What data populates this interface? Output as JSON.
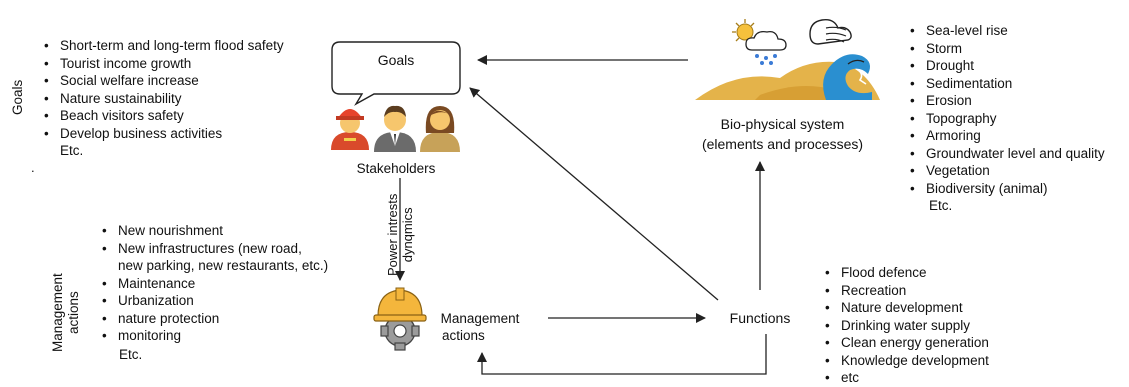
{
  "axis_labels": {
    "goals": "Goals",
    "management_line1": "Management",
    "management_line2": "actions"
  },
  "goals_list": {
    "items": [
      "Short-term and long-term flood safety",
      "Tourist income growth",
      "Social welfare increase",
      "Nature sustainability",
      "Beach visitors safety",
      "Develop business activities"
    ],
    "etc": "Etc."
  },
  "speech_bubble": {
    "label": "Goals"
  },
  "stakeholders": {
    "label": "Stakeholders"
  },
  "power_label": {
    "line1": "Power intrests",
    "line2": "dynqmics"
  },
  "biophysical": {
    "line1": "Bio-physical system",
    "line2": "(elements and processes)",
    "items": [
      "Sea-level rise",
      "Storm",
      "Drought",
      "Sedimentation",
      "Erosion",
      "Topography",
      "Armoring",
      "Groundwater level and quality",
      "Vegetation",
      "Biodiversity (animal)"
    ],
    "etc": "Etc."
  },
  "management_list": {
    "items": [
      "New nourishment",
      "New infrastructures (new road,\nnew parking, new restaurants, etc.)",
      "Maintenance",
      "Urbanization",
      "nature protection",
      "monitoring"
    ],
    "etc": "Etc."
  },
  "management_node": {
    "line1": "Management",
    "line2": "actions"
  },
  "functions": {
    "label": "Functions",
    "items": [
      "Flood defence",
      "Recreation",
      "Nature development",
      "Drinking water supply",
      "Clean energy generation",
      "Knowledge development",
      "etc"
    ]
  },
  "stray_mark": ".",
  "colors": {
    "sand": "#e4b34a",
    "wave_blue": "#2a8fd0",
    "helmet": "#f4b63c",
    "gear": "#555555",
    "arrow": "#222222"
  }
}
